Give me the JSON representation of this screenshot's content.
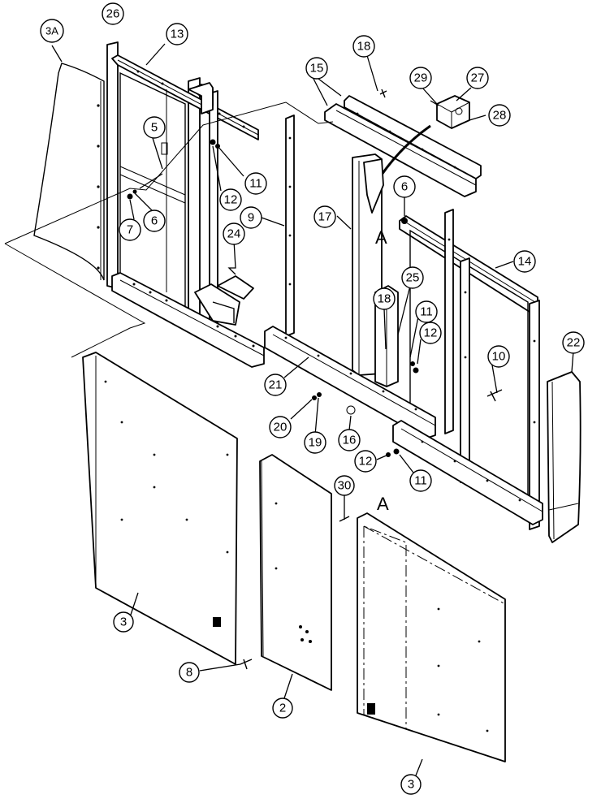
{
  "callouts": [
    {
      "id": "3A"
    },
    {
      "id": "26"
    },
    {
      "id": "13"
    },
    {
      "id": "18"
    },
    {
      "id": "15"
    },
    {
      "id": "29"
    },
    {
      "id": "27"
    },
    {
      "id": "28"
    },
    {
      "id": "5"
    },
    {
      "id": "11"
    },
    {
      "id": "12"
    },
    {
      "id": "7"
    },
    {
      "id": "6"
    },
    {
      "id": "9"
    },
    {
      "id": "24"
    },
    {
      "id": "6"
    },
    {
      "id": "17"
    },
    {
      "id": "14"
    },
    {
      "id": "25"
    },
    {
      "id": "18"
    },
    {
      "id": "11"
    },
    {
      "id": "12"
    },
    {
      "id": "10"
    },
    {
      "id": "22"
    },
    {
      "id": "21"
    },
    {
      "id": "20"
    },
    {
      "id": "19"
    },
    {
      "id": "16"
    },
    {
      "id": "12"
    },
    {
      "id": "11"
    },
    {
      "id": "30"
    },
    {
      "id": "3"
    },
    {
      "id": "8"
    },
    {
      "id": "2"
    },
    {
      "id": "3"
    }
  ],
  "section_labels": [
    "A",
    "A"
  ]
}
